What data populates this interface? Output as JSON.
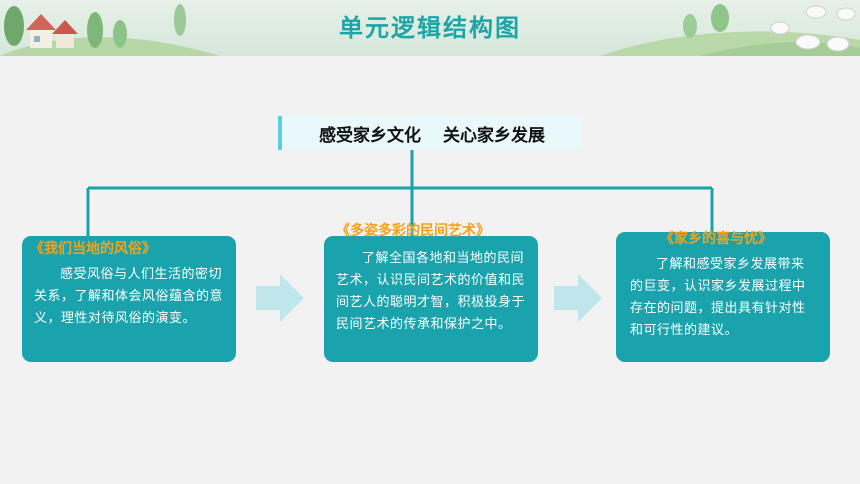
{
  "header": {
    "title": "单元逻辑结构图"
  },
  "central": {
    "left": "感受家乡文化",
    "right": "关心家乡发展"
  },
  "sections": [
    {
      "title": "《我们当地的风俗》",
      "text": "感受风俗与人们生活的密切关系，了解和体会风俗蕴含的意义，理性对待风俗的演变。"
    },
    {
      "title": "《多姿多彩的民间艺术》",
      "text": "了解全国各地和当地的民间艺术，认识民间艺术的价值和民间艺人的聪明才智，积极投身于民间艺术的传承和保护之中。"
    },
    {
      "title": "《家乡的喜与忧》",
      "text": "了解和感受家乡发展带来的巨变，认识家乡发展过程中存在的问题，提出具有针对性和可行性的建议。"
    }
  ],
  "colors": {
    "accent": "#1aa3ad",
    "title": "#1ea5a6",
    "section_title": "#f4a118",
    "arrow": "#bfe6ea"
  }
}
